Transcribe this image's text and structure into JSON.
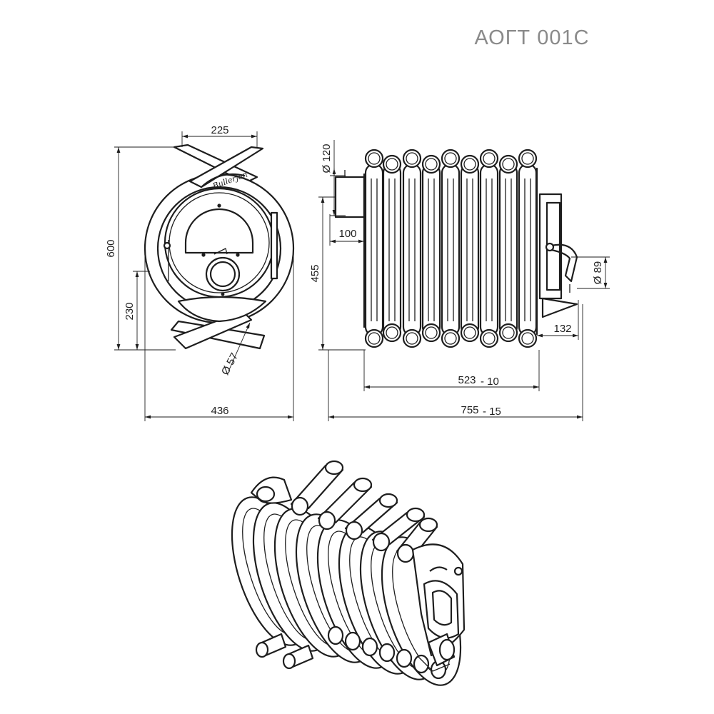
{
  "title": "АОГТ 001С",
  "front_view": {
    "dim_top_width": "225",
    "dim_height": "600",
    "dim_axis_height": "230",
    "dim_pipe_diameter": "Ø 57",
    "dim_total_width": "436"
  },
  "side_view": {
    "dim_flue_diameter": "Ø 120",
    "dim_flue_offset": "100",
    "dim_body_height": "455",
    "dim_door_diameter": "Ø 89",
    "dim_door_depth": "132",
    "dim_body_length": "523",
    "dim_body_length_tol": "- 10",
    "dim_total_length": "755",
    "dim_total_length_tol": "- 15"
  },
  "colors": {
    "line": "#1e1e1e",
    "title": "#8a8a8a",
    "background": "#ffffff"
  }
}
